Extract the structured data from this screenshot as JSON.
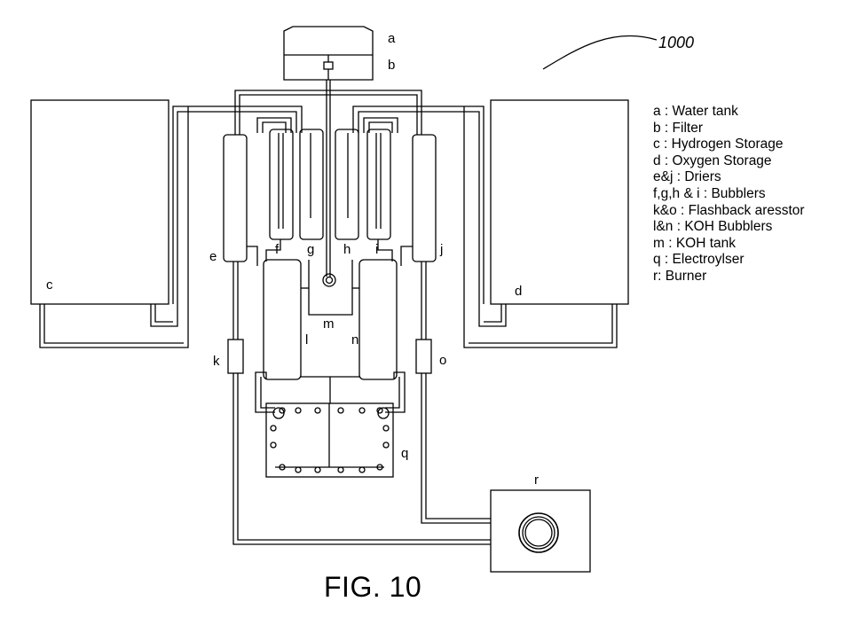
{
  "reference_number": "1000",
  "figure_caption": "FIG. 10",
  "labels": {
    "a": "a",
    "b": "b",
    "c": "c",
    "d": "d",
    "e": "e",
    "f": "f",
    "g": "g",
    "h": "h",
    "i": "i",
    "j": "j",
    "k": "k",
    "l": "l",
    "m": "m",
    "n": "n",
    "o": "o",
    "q": "q",
    "r": "r"
  },
  "legend": [
    "a : Water tank",
    "b : Filter",
    "c : Hydrogen Storage",
    "d : Oxygen Storage",
    "e&j : Driers",
    "f,g,h & i : Bubblers",
    "k&o : Flashback aresstor",
    "l&n : KOH Bubblers",
    "m : KOH tank",
    "q : Electroylser",
    "r: Burner"
  ]
}
